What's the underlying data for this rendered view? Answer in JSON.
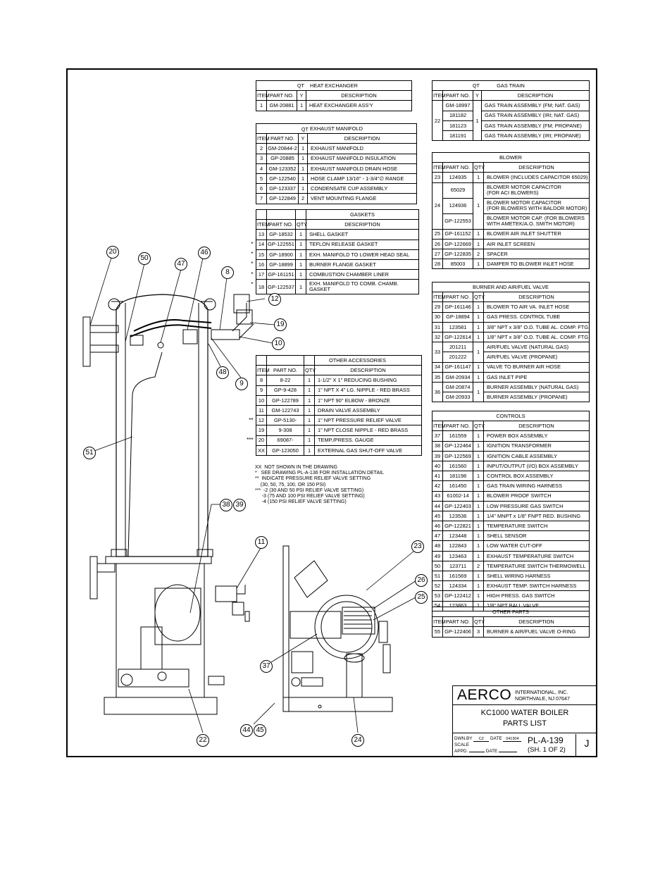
{
  "tables": {
    "heat_exchanger": {
      "title": "HEAT EXCHANGER",
      "qty_split": [
        "QT",
        "Y"
      ],
      "headers": [
        "ITEM",
        "PART NO.",
        "DESCRIPTION"
      ],
      "rows": [
        [
          "1",
          "GM-20881",
          "1",
          "HEAT EXCHANGER ASS'Y"
        ]
      ]
    },
    "exhaust_manifold": {
      "title": "EXHAUST MANIFOLD",
      "qty_split": [
        "QT",
        "Y"
      ],
      "headers": [
        "ITEM",
        "PART NO.",
        "DESCRIPTION"
      ],
      "rows": [
        [
          "2",
          "GM-20844-2",
          "1",
          "EXHAUST MANIFOLD"
        ],
        [
          "3",
          "GP-20885",
          "1",
          "EXHAUST MANIFOLD INSULATION"
        ],
        [
          "4",
          "GM-123352",
          "1",
          "EXHAUST MANIFOLD DRAIN HOSE"
        ],
        [
          "5",
          "GP-122540",
          "1",
          "HOSE CLAMP 13/16\" - 1-3/4\"∅ RANGE"
        ],
        [
          "6",
          "GP-123337",
          "1",
          "CONDENSATE CUP ASSEMBLY"
        ],
        [
          "7",
          "GP-122849",
          "2",
          "VENT MOUNTING FLANGE"
        ]
      ]
    },
    "gaskets": {
      "title": "GASKETS",
      "headers": [
        "ITEM",
        "PART NO.",
        "QTY",
        "DESCRIPTION"
      ],
      "rows": [
        [
          "",
          "13",
          "GP-18532",
          "1",
          "SHELL GASKET"
        ],
        [
          "*",
          "14",
          "GP-122551",
          "1",
          "TEFLON RELEASE GASKET"
        ],
        [
          "*",
          "15",
          "GP-18900",
          "1",
          "EXH. MANIFOLD TO LOWER HEAD SEAL"
        ],
        [
          "*",
          "16",
          "GP-18899",
          "1",
          "BURNER FLANGE GASKET"
        ],
        [
          "*",
          "17",
          "GP-161151",
          "1",
          "COMBUSTION CHAMBER LINER"
        ],
        [
          "*",
          "18",
          "GP-122537",
          "1",
          "EXH. MANIFOLD TO COMB. CHAMB. GASKET"
        ]
      ]
    },
    "other_accessories": {
      "title": "OTHER ACCESSORIES",
      "headers": [
        "ITEM",
        "PART NO.",
        "QTY",
        "DESCRIPTION"
      ],
      "rows": [
        [
          "",
          "8",
          "8-22",
          "1",
          "1-1/2\" X 1\" REDUCING BUSHING"
        ],
        [
          "",
          "9",
          "GP-9-428",
          "1",
          "1\" NPT X 4\" LG. NIPPLE - RED BRASS"
        ],
        [
          "",
          "10",
          "GP-122789",
          "1",
          "1\" NPT 90° ELBOW - BRONZE"
        ],
        [
          "",
          "11",
          "GM-122743",
          "1",
          "DRAIN VALVE ASSEMBLY"
        ],
        [
          "**",
          "12",
          "GP-5130-",
          "1",
          "1\" NPT PRESSURE RELIEF VALVE"
        ],
        [
          "",
          "19",
          "9-308",
          "1",
          "1\" NPT CLOSE NIPPLE - RED BRASS"
        ],
        [
          "***",
          "20",
          "69087-",
          "1",
          "TEMP./PRESS. GAUGE"
        ],
        [
          "",
          "XX",
          "GP-123050",
          "1",
          "EXTERNAL GAS SHUT-OFF VALVE"
        ]
      ]
    },
    "gas_train": {
      "title": "GAS TRAIN",
      "qty_split": [
        "QT",
        "Y"
      ],
      "headers": [
        "ITEM",
        "PART NO.",
        "DESCRIPTION"
      ],
      "item": "22",
      "qty": "1",
      "rows": [
        [
          "GM-18997",
          "GAS TRAIN ASSEMBLY (FM; NAT. GAS)"
        ],
        [
          "181182",
          "GAS TRAIN ASSEMBLY (IRI; NAT. GAS)"
        ],
        [
          "181123",
          "GAS TRAIN ASSEMBLY (FM; PROPANE)"
        ],
        [
          "181191",
          "GAS TRAIN ASSEMBLY (IRI; PROPANE)"
        ]
      ]
    },
    "blower": {
      "title": "BLOWER",
      "headers": [
        "ITEM",
        "PART NO.",
        "QTY",
        "DESCRIPTION"
      ],
      "row23": [
        "23",
        "124935",
        "1",
        "BLOWER (INCLUDES CAPACITOR 65029)"
      ],
      "group24": {
        "item": "24",
        "qty": "1",
        "rows": [
          [
            "65029",
            "BLOWER MOTOR CAPACITOR",
            "(FOR ACI BLOWERS)"
          ],
          [
            "124936",
            "BLOWER MOTOR CAPACITOR",
            "(FOR BLOWERS WITH BALDOR MOTOR)"
          ],
          [
            "GP-122553",
            "BLOWER MOTOR CAP. (FOR BLOWERS",
            "WITH AMETEK/A.O. SMITH MOTOR)"
          ]
        ]
      },
      "rows": [
        [
          "25",
          "GP-161152",
          "1",
          "BLOWER AIR INLET SHUTTER"
        ],
        [
          "26",
          "GP-122669",
          "1",
          "AIR INLET SCREEN"
        ],
        [
          "27",
          "GP-122835",
          "2",
          "SPACER"
        ],
        [
          "28",
          "85003",
          "1",
          "DAMPER TO BLOWER INLET HOSE"
        ]
      ]
    },
    "burner_air_fuel": {
      "title": "BURNER AND AIR/FUEL VALVE",
      "headers": [
        "ITEM",
        "PART NO.",
        "QTY",
        "DESCRIPTION"
      ],
      "rows_a": [
        [
          "29",
          "GP-161146",
          "1",
          "BLOWER TO AIR VA. INLET HOSE"
        ],
        [
          "30",
          "GP-18894",
          "1",
          "GAS PRESS. CONTROL TUBE"
        ],
        [
          "31",
          "123581",
          "1",
          "3/8\" NPT x 3/8\" O.D. TUBE AL. COMP. FTG."
        ],
        [
          "32",
          "GP-122614",
          "1",
          "1/8\" NPT x 3/8\" O.D. TUBE AL. COMP. FTG."
        ]
      ],
      "group33": {
        "item": "33",
        "qty": "1",
        "rows": [
          [
            "201211",
            "AIR/FUEL VALVE (NATURAL GAS)"
          ],
          [
            "201222",
            "AIR/FUEL VALVE (PROPANE)"
          ]
        ]
      },
      "rows_b": [
        [
          "34",
          "GP-161147",
          "1",
          "VALVE TO BURNER AIR HOSE"
        ],
        [
          "35",
          "GM-20934",
          "1",
          "GAS INLET PIPE"
        ]
      ],
      "group36": {
        "item": "36",
        "qty": "1",
        "rows": [
          [
            "GM-20874",
            "BURNER ASSEMBLY (NATURAL GAS)"
          ],
          [
            "GM-20933",
            "BURNER ASSEMBLY (PROPANE)"
          ]
        ]
      }
    },
    "controls": {
      "title": "CONTROLS",
      "headers": [
        "ITEM",
        "PART NO.",
        "QTY",
        "DESCRIPTION"
      ],
      "rows": [
        [
          "37",
          "161559",
          "1",
          "POWER BOX ASSEMBLY"
        ],
        [
          "38",
          "GP-122464",
          "1",
          "IGNITION TRANSFORMER"
        ],
        [
          "39",
          "GP-122569",
          "1",
          "IGNITION CABLE ASSEMBLY"
        ],
        [
          "40",
          "161560",
          "1",
          "INPUT/OUTPUT (I/O) BOX ASSEMBLY"
        ],
        [
          "41",
          "181198",
          "1",
          "CONTROL BOX ASSEMBLY"
        ],
        [
          "42",
          "161450",
          "1",
          "GAS TRAIN WIRING HARNESS"
        ],
        [
          "43",
          "61002-14",
          "1",
          "BLOWER PROOF SWITCH"
        ],
        [
          "44",
          "GP-122403",
          "1",
          "LOW PRESSURE GAS SWITCH"
        ],
        [
          "45",
          "123536",
          "1",
          "1/4\" MNPT x 1/8\" FNPT RED. BUSHING"
        ],
        [
          "46",
          "GP-122821",
          "1",
          "TEMPERATURE SWITCH"
        ],
        [
          "47",
          "123448",
          "1",
          "SHELL SENSOR"
        ],
        [
          "48",
          "122843",
          "1",
          "LOW WATER CUT-OFF"
        ],
        [
          "49",
          "123463",
          "1",
          "EXHAUST TEMPERATURE SWITCH"
        ],
        [
          "50",
          "123711",
          "2",
          "TEMPERATURE SWITCH THERMOWELL"
        ],
        [
          "51",
          "161569",
          "1",
          "SHELL WIRING HARNESS"
        ],
        [
          "52",
          "124334",
          "1",
          "EXHAUST TEMP. SWITCH HARNESS"
        ],
        [
          "53",
          "GP-122412",
          "1",
          "HIGH PRESS. GAS SWITCH"
        ],
        [
          "54",
          "123863",
          "1",
          "1/8\" NPT BALL VALVE"
        ]
      ]
    },
    "other_parts": {
      "title": "OTHER PARTS",
      "headers": [
        "ITEM",
        "PART NO.",
        "QTY",
        "DESCRIPTION"
      ],
      "rows": [
        [
          "55",
          "GP-122406",
          "3",
          "BURNER & AIR/FUEL VALVE O-RING"
        ]
      ]
    }
  },
  "notes": [
    "XX  NOT SHOWN IN THE DRAWING",
    "*   SEE DRAWING PL-A-136 FOR INSTALLATION DETAIL",
    "**  INDICATE PRESSURE RELIEF VALVE SETTING",
    "    (30, 50, 75, 100, OR 150 PSI)",
    "***  -2 (30 AND 50 PSI RELIEF VALVE SETTING)",
    "     -3 (75 AND 100 PSI RELIEF VALVE SETTING)",
    "     -4 (150 PSI RELIEF VALVE SETTING)"
  ],
  "callouts": [
    "20",
    "50",
    "46",
    "47",
    "8",
    "12",
    "19",
    "10",
    "48",
    "9",
    "51",
    "38",
    "39",
    "11",
    "23",
    "26",
    "25",
    "37",
    "44",
    "45",
    "24",
    "22"
  ],
  "title_block": {
    "company": "AERCO",
    "company_sub": [
      "INTERNATIONAL, INC.",
      "NORTHVALE, NJ   07647"
    ],
    "title": [
      "KC1000 WATER BOILER",
      "PARTS LIST"
    ],
    "dwn_by_label": "DWN.BY",
    "dwn_by": "CZ",
    "date_label": "DATE",
    "date": "041304",
    "scale_label": "SCALE",
    "appd_label": "APPD.",
    "appd_date_label": "DATE",
    "drawing_no": "PL-A-139",
    "sheet": "(SH. 1 OF 2)",
    "revision": "J"
  }
}
